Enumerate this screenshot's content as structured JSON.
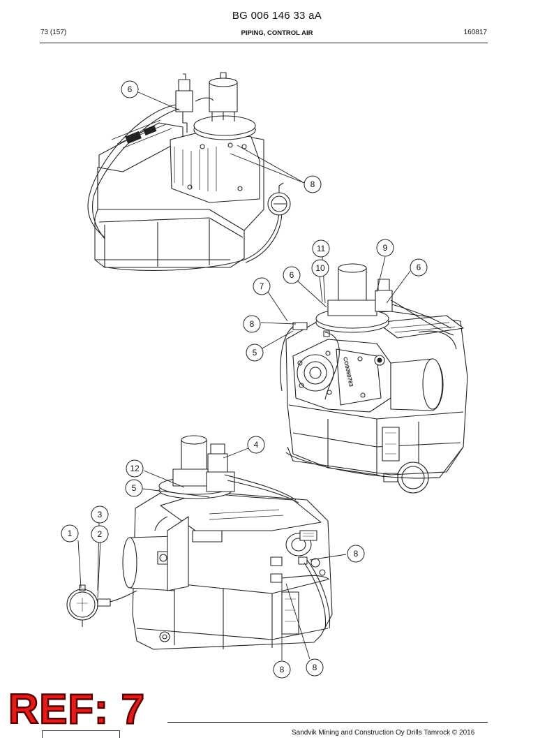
{
  "header": {
    "document_id": "BG 006 146 33 aA",
    "page": "73 (157)",
    "title": "PIPING, CONTROL AIR",
    "date_code": "160817"
  },
  "footer": {
    "copyright": "Sandvik Mining and Construction Oy Drills Tamrock © 2016"
  },
  "watermark": {
    "ref_text": "REF: 7",
    "color": "#e31b1b"
  },
  "callouts": [
    {
      "id": "c6a",
      "label": "6"
    },
    {
      "id": "c8a",
      "label": "8"
    },
    {
      "id": "c11",
      "label": "11"
    },
    {
      "id": "c9",
      "label": "9"
    },
    {
      "id": "c10",
      "label": "10"
    },
    {
      "id": "c6b",
      "label": "6"
    },
    {
      "id": "c6c",
      "label": "6"
    },
    {
      "id": "c7",
      "label": "7"
    },
    {
      "id": "c8b",
      "label": "8"
    },
    {
      "id": "c5a",
      "label": "5"
    },
    {
      "id": "c4",
      "label": "4"
    },
    {
      "id": "c12",
      "label": "12"
    },
    {
      "id": "c5b",
      "label": "5"
    },
    {
      "id": "c3",
      "label": "3"
    },
    {
      "id": "c1",
      "label": "1"
    },
    {
      "id": "c2",
      "label": "2"
    },
    {
      "id": "c8c",
      "label": "8"
    },
    {
      "id": "c8d",
      "label": "8"
    },
    {
      "id": "c8e",
      "label": "8"
    }
  ],
  "part_marking": "CO0050783"
}
